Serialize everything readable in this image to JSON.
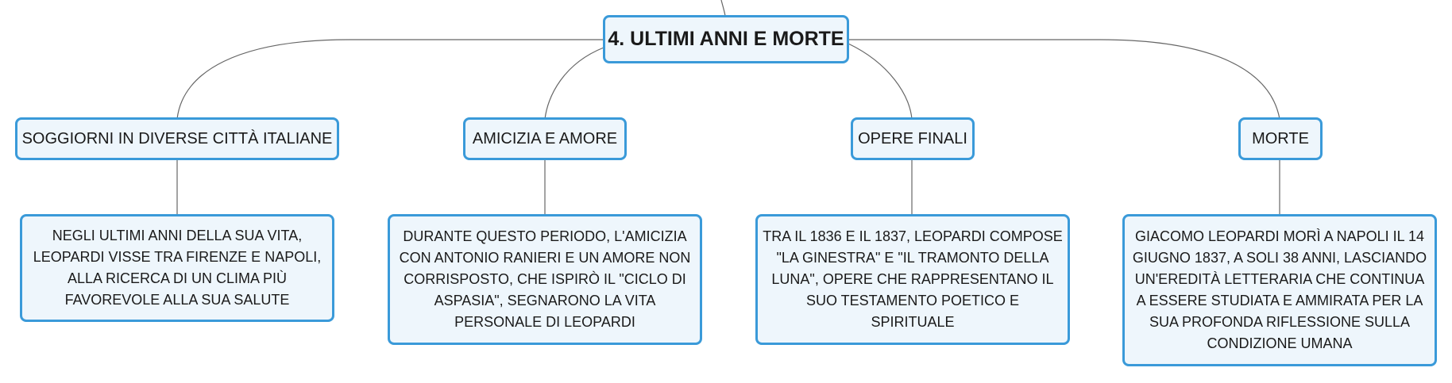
{
  "root": {
    "title": "4. ULTIMI ANNI E MORTE"
  },
  "branches": [
    {
      "title": "SOGGIORNI IN DIVERSE CITTÀ ITALIANE",
      "detail": "NEGLI ULTIMI ANNI DELLA SUA VITA, LEOPARDI VISSE TRA FIRENZE E NAPOLI, ALLA RICERCA DI UN CLIMA PIÙ FAVOREVOLE ALLA SUA SALUTE"
    },
    {
      "title": "AMICIZIA E AMORE",
      "detail": "DURANTE QUESTO PERIODO, L'AMICIZIA CON ANTONIO RANIERI E UN AMORE NON CORRISPOSTO, CHE ISPIRÒ IL \"CICLO DI ASPASIA\", SEGNARONO LA VITA PERSONALE DI LEOPARDI"
    },
    {
      "title": "OPERE FINALI",
      "detail": "TRA IL 1836 E IL 1837, LEOPARDI COMPOSE \"LA GINESTRA\" E \"IL TRAMONTO DELLA LUNA\", OPERE CHE RAPPRESENTANO IL SUO TESTAMENTO POETICO E SPIRITUALE"
    },
    {
      "title": "MORTE",
      "detail": "GIACOMO LEOPARDI MORÌ A NAPOLI IL 14 GIUGNO 1837, A SOLI 38 ANNI, LASCIANDO UN'EREDITÀ LETTERARIA CHE CONTINUA A ESSERE STUDIATA E AMMIRATA PER LA SUA PROFONDA RIFLESSIONE SULLA CONDIZIONE UMANA"
    }
  ],
  "colors": {
    "border": "#3a9ad9",
    "fill": "#eef6fc",
    "connector": "#666666"
  }
}
